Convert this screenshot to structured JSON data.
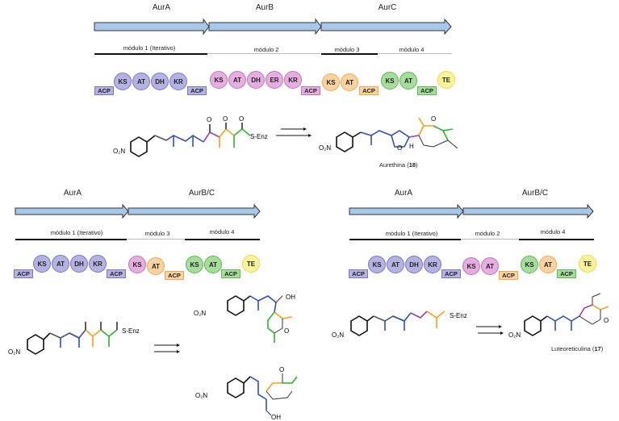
{
  "panel_top": {
    "genes": [
      "AurA",
      "AurB",
      "AurC"
    ],
    "modules": [
      "módulo 1 (Iterativo)",
      "módulo 2",
      "módulo 3",
      "módulo 4"
    ],
    "domains_group1": [
      "KS",
      "AT",
      "DH",
      "KR"
    ],
    "domains_group2": [
      "KS",
      "AT",
      "DH",
      "ER",
      "KR"
    ],
    "domains_group3": [
      "KS",
      "AT"
    ],
    "domains_group4": [
      "KS",
      "AT"
    ],
    "acp": "ACP",
    "te": "TE",
    "precursor_label": "S-Enz",
    "nitro": "O₂N",
    "product_caption": "Aurethina",
    "product_number": "18",
    "atom_O": "O",
    "atom_H": "H"
  },
  "panel_left": {
    "genes": [
      "AurA",
      "AurB/C"
    ],
    "modules": [
      "módulo 1 (Iterativo)",
      "módulo 3",
      "módulo 4"
    ],
    "domains_group1": [
      "KS",
      "AT",
      "DH",
      "KR"
    ],
    "domains_group2": [
      "KS",
      "AT"
    ],
    "domains_group3": [
      "KS",
      "AT"
    ],
    "acp": "ACP",
    "te": "TE",
    "precursor_label": "S-Enz",
    "nitro": "O₂N",
    "oh": "OH",
    "atom_O": "O"
  },
  "panel_right": {
    "genes": [
      "AurA",
      "AurB/C"
    ],
    "modules": [
      "módulo 1 (Iterativo)",
      "módulo 2",
      "módulo 4"
    ],
    "domains_group1": [
      "KS",
      "AT",
      "DH",
      "KR"
    ],
    "domains_group2": [
      "KS",
      "AT"
    ],
    "domains_group3": [
      "KS",
      "AT"
    ],
    "acp": "ACP",
    "te": "TE",
    "precursor_label": "S-Enz",
    "nitro": "O₂N",
    "product_caption": "Luteoreticulina",
    "product_number": "17",
    "atom_O": "O"
  },
  "colors": {
    "arrow_fill": "#a8c8ea",
    "module1": "#7a76c4",
    "module2": "#bf74b6",
    "module3": "#f0a850",
    "module4": "#62b456",
    "chain_blue": "#3050b0",
    "chain_purple": "#9a3fa8",
    "chain_orange": "#f0a020",
    "chain_green": "#30b030"
  }
}
